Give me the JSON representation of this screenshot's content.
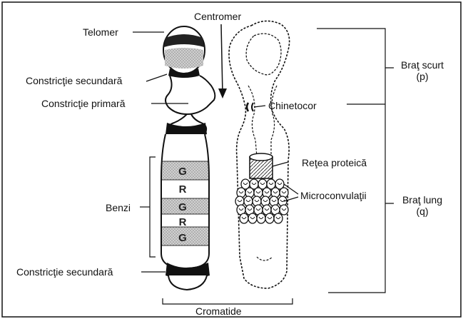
{
  "labels": {
    "telomer": "Telomer",
    "centromer": "Centromer",
    "constrictie_secundara_top": "Constricţie secundară",
    "constrictie_primara": "Constricţie primară",
    "chinetocor": "Chinetocor",
    "retea_proteica": "Reţea proteică",
    "microconvulatii": "Microconvulaţii",
    "benzi": "Benzi",
    "constrictie_secundara_bottom": "Constricţie secundară",
    "cromatide": "Cromatide",
    "brat_scurt": "Braţ scurt",
    "brat_scurt_symbol": "(p)",
    "brat_lung": "Braţ lung",
    "brat_lung_symbol": "(q)"
  },
  "bands": [
    "G",
    "R",
    "G",
    "R",
    "G"
  ],
  "colors": {
    "line": "#111111",
    "band_shade": "#bdbdbd",
    "dark_constriction": "#111111",
    "background": "#ffffff"
  }
}
